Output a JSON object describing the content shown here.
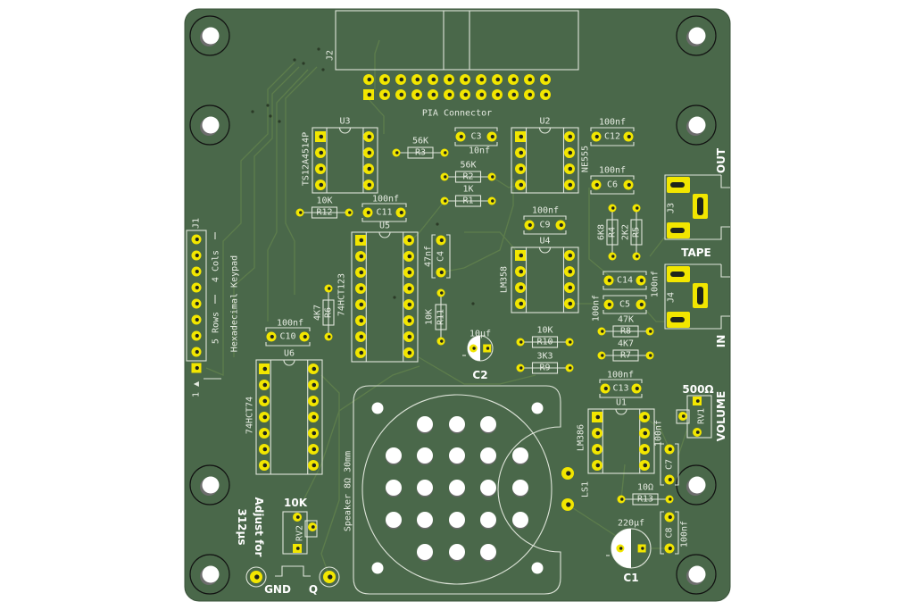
{
  "board": {
    "colors": {
      "substrate": "#4a684a",
      "silkscreen": "#e6ebe2",
      "pad": "#f2e600",
      "trace": "#5d7d4c",
      "hole": "#ffffff"
    }
  },
  "labels": {
    "pia_connector": "PIA Connector",
    "tape": "TAPE",
    "out": "OUT",
    "in": "IN",
    "volume": "VOLUME",
    "hex_keypad": "Hexadecimal Keypad",
    "cols": "4 Cols",
    "rows": "5 Rows",
    "pin1": "1 ▲",
    "adjust_for": "Adjust for",
    "adjust_time": "312µs",
    "gnd": "GND",
    "q": "Q",
    "speaker": "Speaker 8Ω 30mm"
  },
  "components": {
    "J1": {
      "ref": "J1"
    },
    "J2": {
      "ref": "J2"
    },
    "J3": {
      "ref": "J3"
    },
    "J4": {
      "ref": "J4"
    },
    "LS1": {
      "ref": "LS1"
    },
    "U1": {
      "ref": "U1",
      "value": "LM386"
    },
    "U2": {
      "ref": "U2",
      "value": "NE555"
    },
    "U3": {
      "ref": "U3",
      "value": "TS12A4514P"
    },
    "U4": {
      "ref": "U4",
      "value": "LM358"
    },
    "U5": {
      "ref": "U5",
      "value": "74HCT123"
    },
    "U6": {
      "ref": "U6",
      "value": "74HCT74"
    },
    "R1": {
      "ref": "R1",
      "value": "1K"
    },
    "R2": {
      "ref": "R2",
      "value": "56K"
    },
    "R3": {
      "ref": "R3",
      "value": "56K"
    },
    "R4": {
      "ref": "R4",
      "value": "6K8"
    },
    "R5": {
      "ref": "R5",
      "value": "2K2"
    },
    "R6": {
      "ref": "R6",
      "value": "4K7"
    },
    "R7": {
      "ref": "R7",
      "value": "4K7"
    },
    "R8": {
      "ref": "R8",
      "value": "47K"
    },
    "R9": {
      "ref": "R9",
      "value": "3K3"
    },
    "R10": {
      "ref": "R10",
      "value": "10K"
    },
    "R11": {
      "ref": "R11",
      "value": "10K"
    },
    "R12": {
      "ref": "R12",
      "value": "10K"
    },
    "R13": {
      "ref": "R13",
      "value": "10Ω"
    },
    "C1": {
      "ref": "C1",
      "value": "220µf"
    },
    "C2": {
      "ref": "C2",
      "value": "10µf"
    },
    "C3": {
      "ref": "C3",
      "value": "10nf"
    },
    "C4": {
      "ref": "C4",
      "value": "47nf"
    },
    "C5": {
      "ref": "C5",
      "value": "100nf"
    },
    "C6": {
      "ref": "C6",
      "value": "100nf"
    },
    "C7": {
      "ref": "C7",
      "value": "100nf"
    },
    "C8": {
      "ref": "C8",
      "value": "100nf"
    },
    "C9": {
      "ref": "C9",
      "value": "100nf"
    },
    "C10": {
      "ref": "C10",
      "value": "100nf"
    },
    "C11": {
      "ref": "C11",
      "value": "100nf"
    },
    "C12": {
      "ref": "C12",
      "value": "100nf"
    },
    "C13": {
      "ref": "C13",
      "value": "100nf"
    },
    "C14": {
      "ref": "C14",
      "value": "100nf"
    },
    "RV1": {
      "ref": "RV1",
      "value": "500Ω"
    },
    "RV2": {
      "ref": "RV2",
      "value": "10K"
    }
  }
}
